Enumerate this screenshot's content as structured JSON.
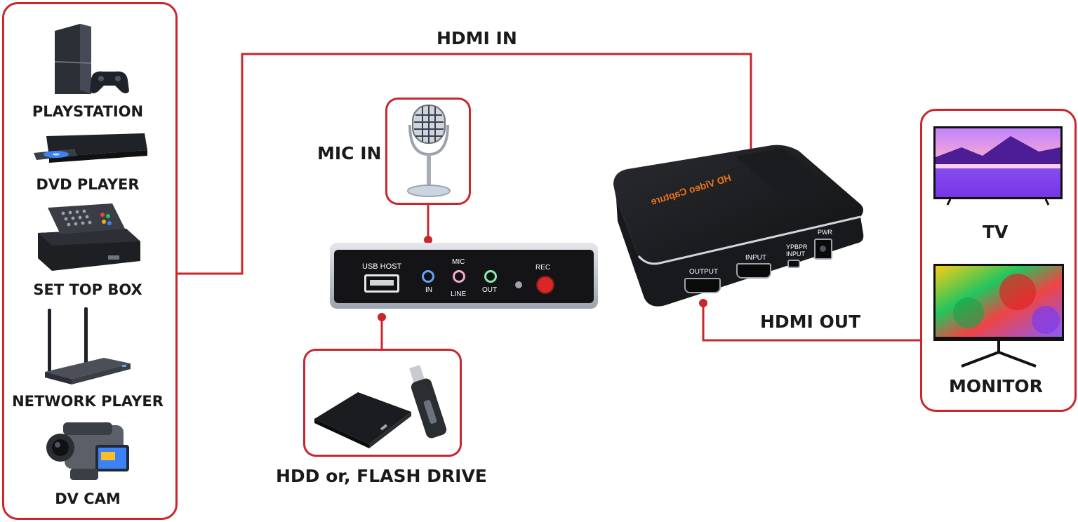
{
  "sources": [
    {
      "key": "playstation",
      "label": "PLAYSTATION",
      "icon": "playstation-icon"
    },
    {
      "key": "dvd",
      "label": "DVD PLAYER",
      "icon": "dvd-player-icon"
    },
    {
      "key": "settop",
      "label": "SET TOP BOX",
      "icon": "set-top-box-icon"
    },
    {
      "key": "network",
      "label": "NETWORK PLAYER",
      "icon": "network-player-icon"
    },
    {
      "key": "dvcam",
      "label": "DV CAM",
      "icon": "dv-cam-icon"
    }
  ],
  "connections": {
    "hdmi_in": "HDMI IN",
    "mic_in": "MIC IN",
    "hdmi_out": "HDMI OUT",
    "storage": "HDD or, FLASH DRIVE"
  },
  "outputs": [
    {
      "key": "tv",
      "label": "TV",
      "icon": "tv-icon"
    },
    {
      "key": "monitor",
      "label": "MONITOR",
      "icon": "monitor-icon"
    }
  ],
  "front_panel": {
    "usb_host": "USB HOST",
    "mic": "MIC",
    "in": "IN",
    "line": "LINE",
    "out": "OUT",
    "rec": "REC"
  },
  "rear_panel": {
    "output": "OUTPUT",
    "input": "INPUT",
    "ypbpr_1": "YPBPR",
    "ypbpr_2": "INPUT",
    "pwr": "PWR",
    "brand": "HD Video Capture"
  },
  "colors": {
    "accent": "#c9262d",
    "device": "#1c1c1e",
    "brand_text": "#e8721c"
  }
}
